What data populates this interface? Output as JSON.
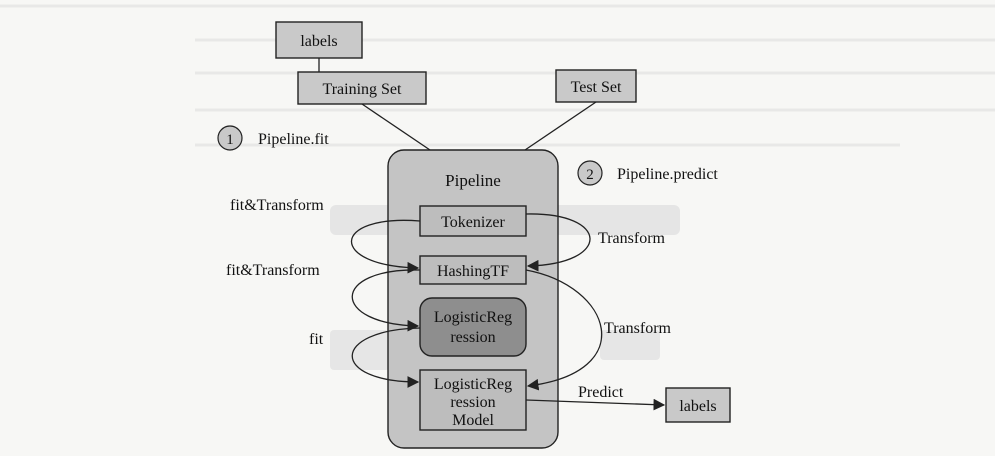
{
  "top_labels_box": "labels",
  "training_set": "Training Set",
  "test_set": "Test Set",
  "step1": {
    "number": "1",
    "label": "Pipeline.fit"
  },
  "step2": {
    "number": "2",
    "label": "Pipeline.predict"
  },
  "pipeline": {
    "title": "Pipeline",
    "tokenizer": "Tokenizer",
    "hashing_tf": "HashingTF",
    "logistic_regression": [
      "LogisticReg",
      "ression"
    ],
    "logistic_regression_model": [
      "LogisticReg",
      "ression",
      "Model"
    ]
  },
  "left_edges": {
    "fit_transform_1": "fit&Transform",
    "fit_transform_2": "fit&Transform",
    "fit": "fit"
  },
  "right_edges": {
    "transform_1": "Transform",
    "transform_2": "Transform"
  },
  "predict": "Predict",
  "output_labels_box": "labels"
}
